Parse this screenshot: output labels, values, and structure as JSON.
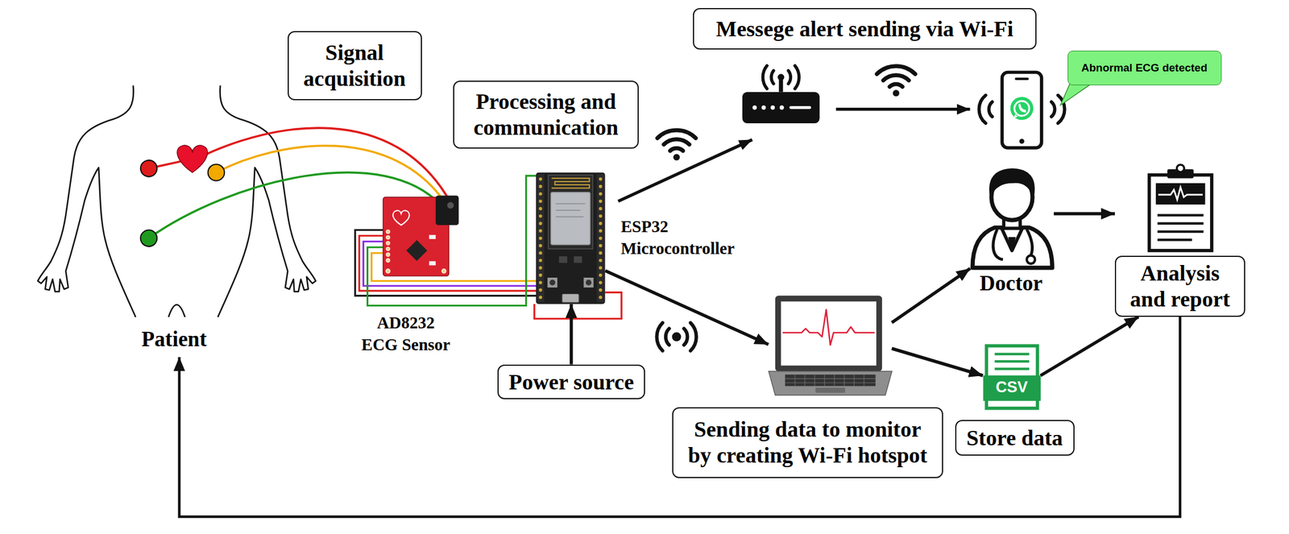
{
  "diagram": {
    "nodes": [
      {
        "text": [
          "Patient"
        ]
      },
      {
        "text": [
          "Signal acquisition"
        ]
      },
      {
        "text": [
          "AD8232 ECG Sensor"
        ]
      },
      {
        "text": [
          "Processing and communication"
        ]
      },
      {
        "text": [
          "ESP32 Microcontroller"
        ]
      },
      {
        "text": [
          "Power source"
        ]
      },
      {
        "text": [
          "Messege alert sending via Wi-Fi"
        ]
      },
      {
        "text": [
          "Abnormal ECG detected"
        ]
      },
      {
        "text": [
          "Doctor"
        ]
      },
      {
        "text": [
          "Sending data to monitor by creating Wi-Fi hotspot"
        ]
      },
      {
        "text": [
          "CSV",
          "Store data"
        ]
      },
      {
        "text": [
          "Analysis and report"
        ]
      }
    ],
    "edges": [
      {
        "from": 5,
        "to": 4,
        "arrow": "to"
      },
      {
        "from": 4,
        "to": 9,
        "arrow": "to"
      },
      {
        "from": 9,
        "to": 8,
        "arrow": "to"
      },
      {
        "from": 9,
        "to": 10,
        "arrow": "to"
      },
      {
        "from": 8,
        "to": 11,
        "arrow": "to"
      },
      {
        "from": 10,
        "to": 11,
        "arrow": "to"
      },
      {
        "from": 11,
        "to": 0,
        "arrow": "to"
      }
    ]
  }
}
